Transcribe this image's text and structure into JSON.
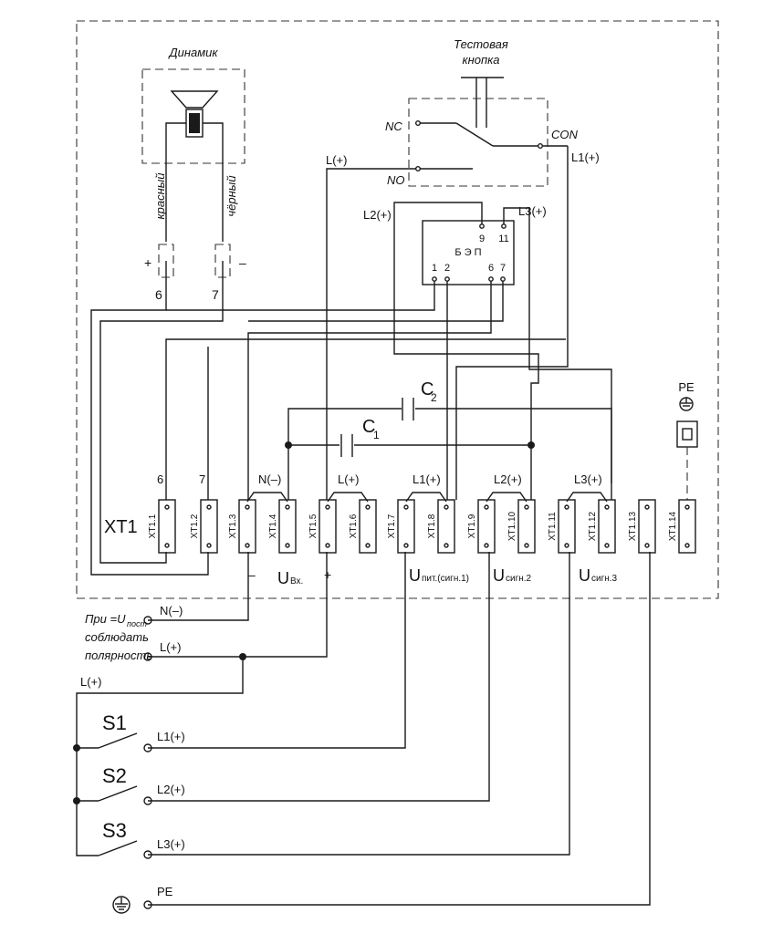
{
  "speaker": {
    "title": "Динамик",
    "red": "красный",
    "black": "чёрный",
    "plus": "+",
    "minus": "–",
    "n6": "6",
    "n7": "7"
  },
  "button": {
    "title1": "Тестовая",
    "title2": "кнопка",
    "nc": "NC",
    "no": "NO",
    "con": "CON"
  },
  "bep": {
    "title": "Б Э П",
    "p9": "9",
    "p11": "11",
    "p1": "1",
    "p2": "2",
    "p6": "6",
    "p7": "7"
  },
  "wires": {
    "l": "L(+)",
    "l1": "L1(+)",
    "l2": "L2(+)",
    "l3": "L3(+)",
    "n": "N(–)",
    "pe": "PE"
  },
  "caps": {
    "c1": "C",
    "c1s": "1",
    "c2": "C",
    "c2s": "2"
  },
  "terminal_block": {
    "name": "XT1",
    "top_labels": [
      "6",
      "7",
      "N(–)",
      "L(+)",
      "L1(+)",
      "L2(+)",
      "L3(+)"
    ],
    "terminals": [
      "XT1.1",
      "XT1.2",
      "XT1.3",
      "XT1.4",
      "XT1.5",
      "XT1.6",
      "XT1.7",
      "XT1.8",
      "XT1.9",
      "XT1.10",
      "XT1.11",
      "XT1.12",
      "XT1.13",
      "XT1.14"
    ]
  },
  "bottom_labels": {
    "minus": "–",
    "plus": "+",
    "u": "U",
    "u_in": "Вх.",
    "u_pit": "пит.(сигн.1)",
    "u_s2": "сигн.2",
    "u_s3": "сигн.3"
  },
  "note": [
    "При =U",
    "пост",
    "соблюдать",
    "полярность"
  ],
  "switches": [
    "S1",
    "S2",
    "S3"
  ]
}
